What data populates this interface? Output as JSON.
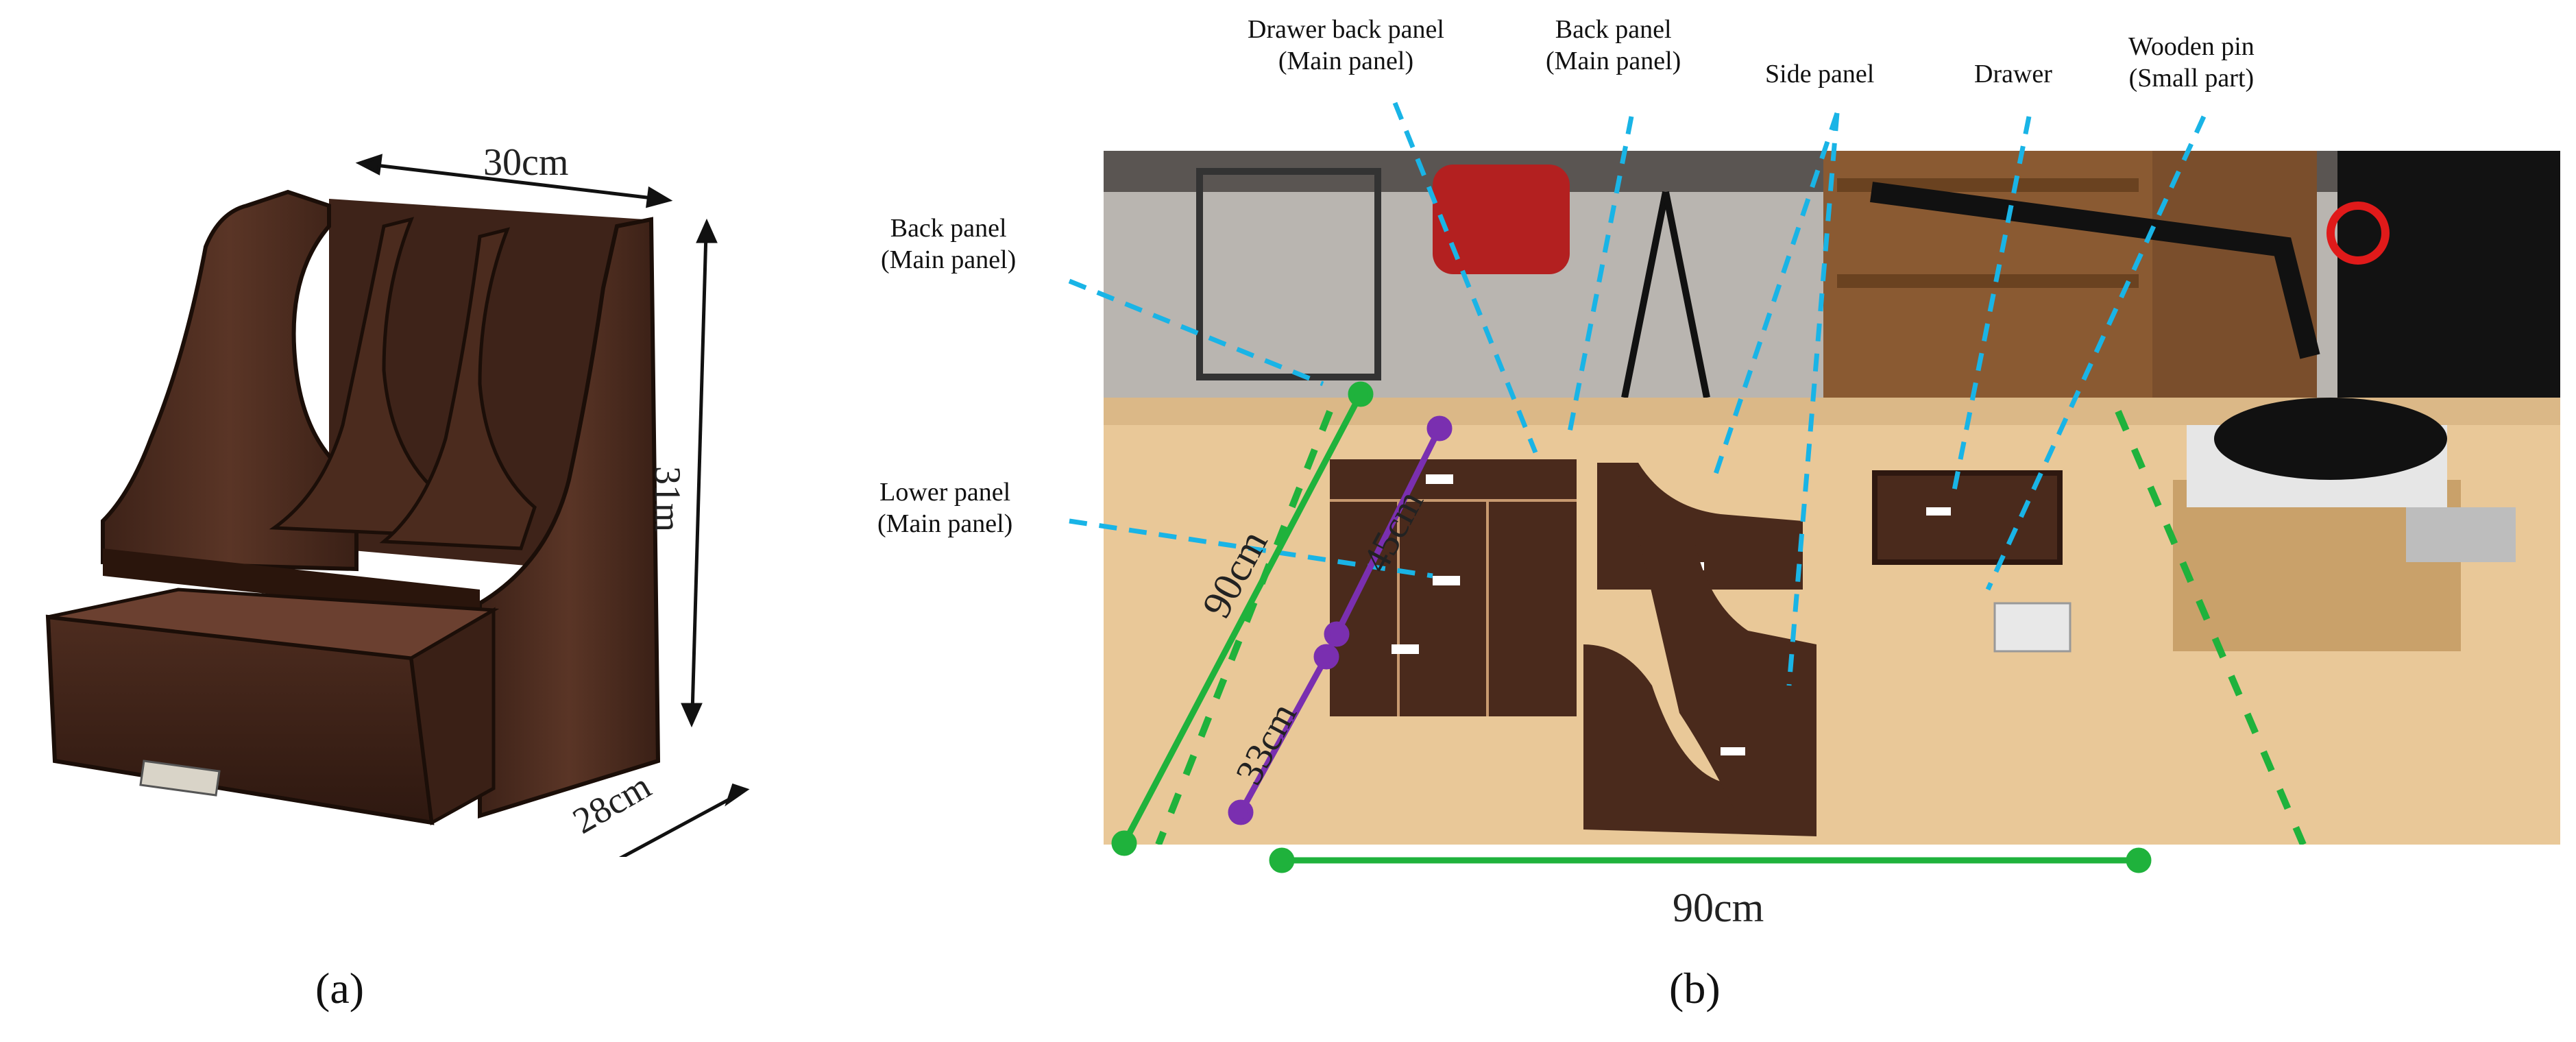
{
  "panel_a": {
    "label": "(a)",
    "dimensions": {
      "width": "30cm",
      "height": "31m",
      "depth": "28cm"
    }
  },
  "panel_b": {
    "label": "(b)",
    "callouts": {
      "drawer_back_panel": "Drawer back panel\n(Main panel)",
      "back_panel_top": "Back panel\n(Main panel)",
      "side_panel": "Side panel",
      "drawer": "Drawer",
      "wooden_pin": "Wooden pin\n(Small part)",
      "back_panel_left": "Back panel\n(Main panel)",
      "lower_panel": "Lower panel\n(Main panel)"
    },
    "measurements": {
      "green_vertical": "90cm",
      "purple_upper": "45cm",
      "purple_lower": "33cm",
      "green_horizontal": "90cm"
    },
    "colors": {
      "callout_line": "#19b4e6",
      "green_line": "#1fb23c",
      "purple_line": "#7a2fb0",
      "wood": "#4a2a1c",
      "table": "#e9c898"
    }
  }
}
